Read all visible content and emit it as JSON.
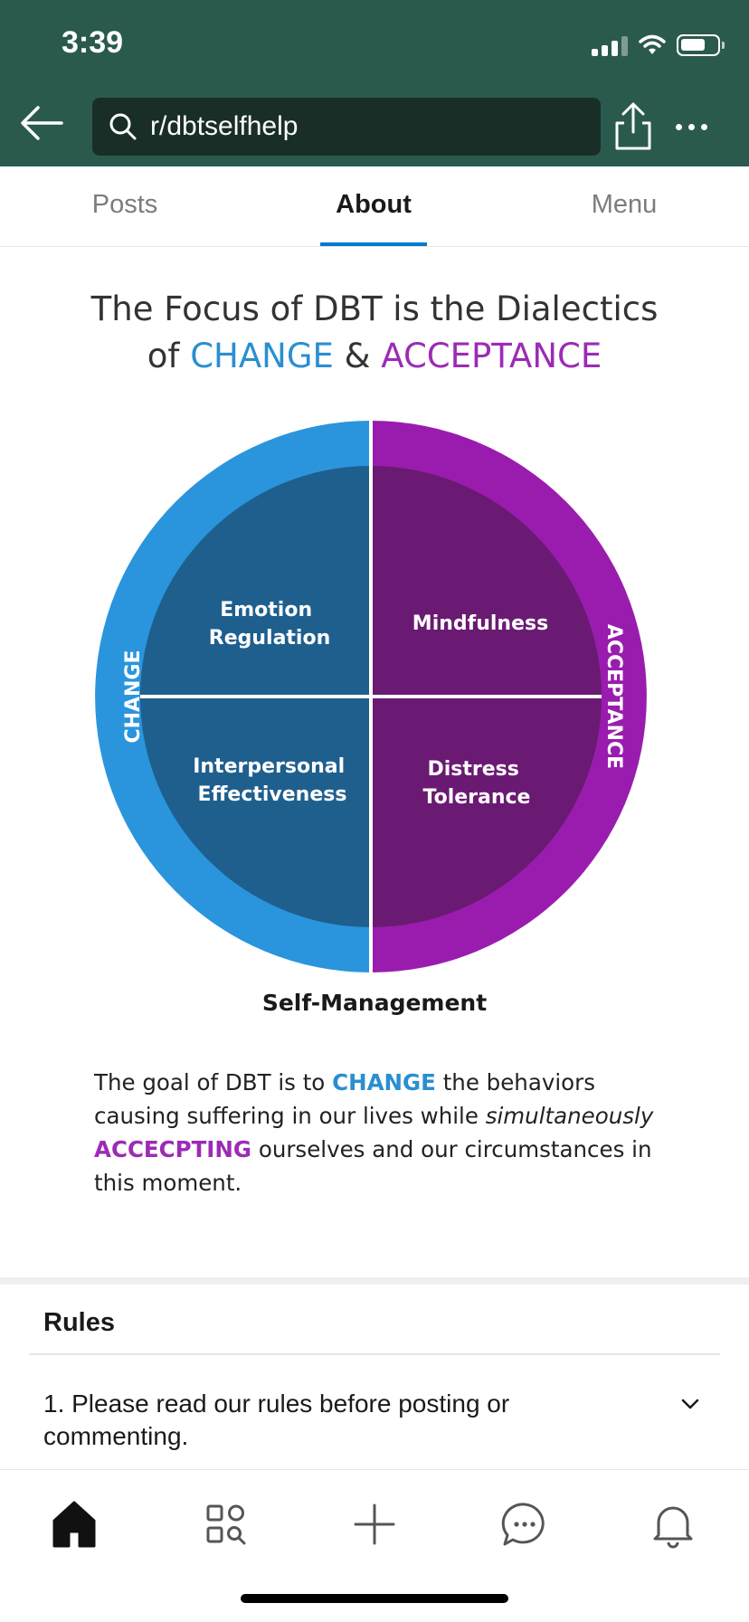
{
  "status_bar": {
    "time": "3:39"
  },
  "header": {
    "search_text": "r/dbtselfhelp"
  },
  "tabs": [
    {
      "label": "Posts",
      "active": false
    },
    {
      "label": "About",
      "active": true
    },
    {
      "label": "Menu",
      "active": false
    }
  ],
  "infographic": {
    "title_line1": "The Focus of DBT is the Dialectics",
    "title_of": "of",
    "title_change": "CHANGE",
    "title_amp": "&",
    "title_acceptance": "ACCEPTANCE",
    "ring_left": "CHANGE",
    "ring_right": "ACCEPTANCE",
    "quadrants": {
      "top_left": [
        "Emotion",
        "Regulation"
      ],
      "top_right": [
        "Mindfulness"
      ],
      "bottom_left": [
        "Interpersonal",
        "Effectiveness"
      ],
      "bottom_right": [
        "Distress",
        "Tolerance"
      ]
    },
    "bottom_label": "Self-Management",
    "goal": {
      "p1": "The goal of DBT is to",
      "change": "CHANGE",
      "p2": "the behaviors causing suffering in our lives while",
      "simultaneously": "simultaneously",
      "accepting": "ACCECPTING",
      "p3": "ourselves and our circumstances in this moment."
    },
    "colors": {
      "change_blue": "#2a8fd0",
      "acceptance_purple": "#9c2bb5",
      "ring_blue": "#2a95dd",
      "ring_purple": "#9a1cae",
      "inner_blue": "#1e5f8e",
      "inner_purple": "#6a1a72"
    }
  },
  "rules": {
    "title": "Rules",
    "items": [
      "1. Please read our rules before posting or commenting."
    ]
  },
  "bottom_nav": {
    "items": [
      "home-icon",
      "communities-icon",
      "create-post-icon",
      "chat-icon",
      "notifications-icon"
    ]
  },
  "theme": {
    "header_bg": "#2a5a4e",
    "accent": "#0079d3"
  }
}
